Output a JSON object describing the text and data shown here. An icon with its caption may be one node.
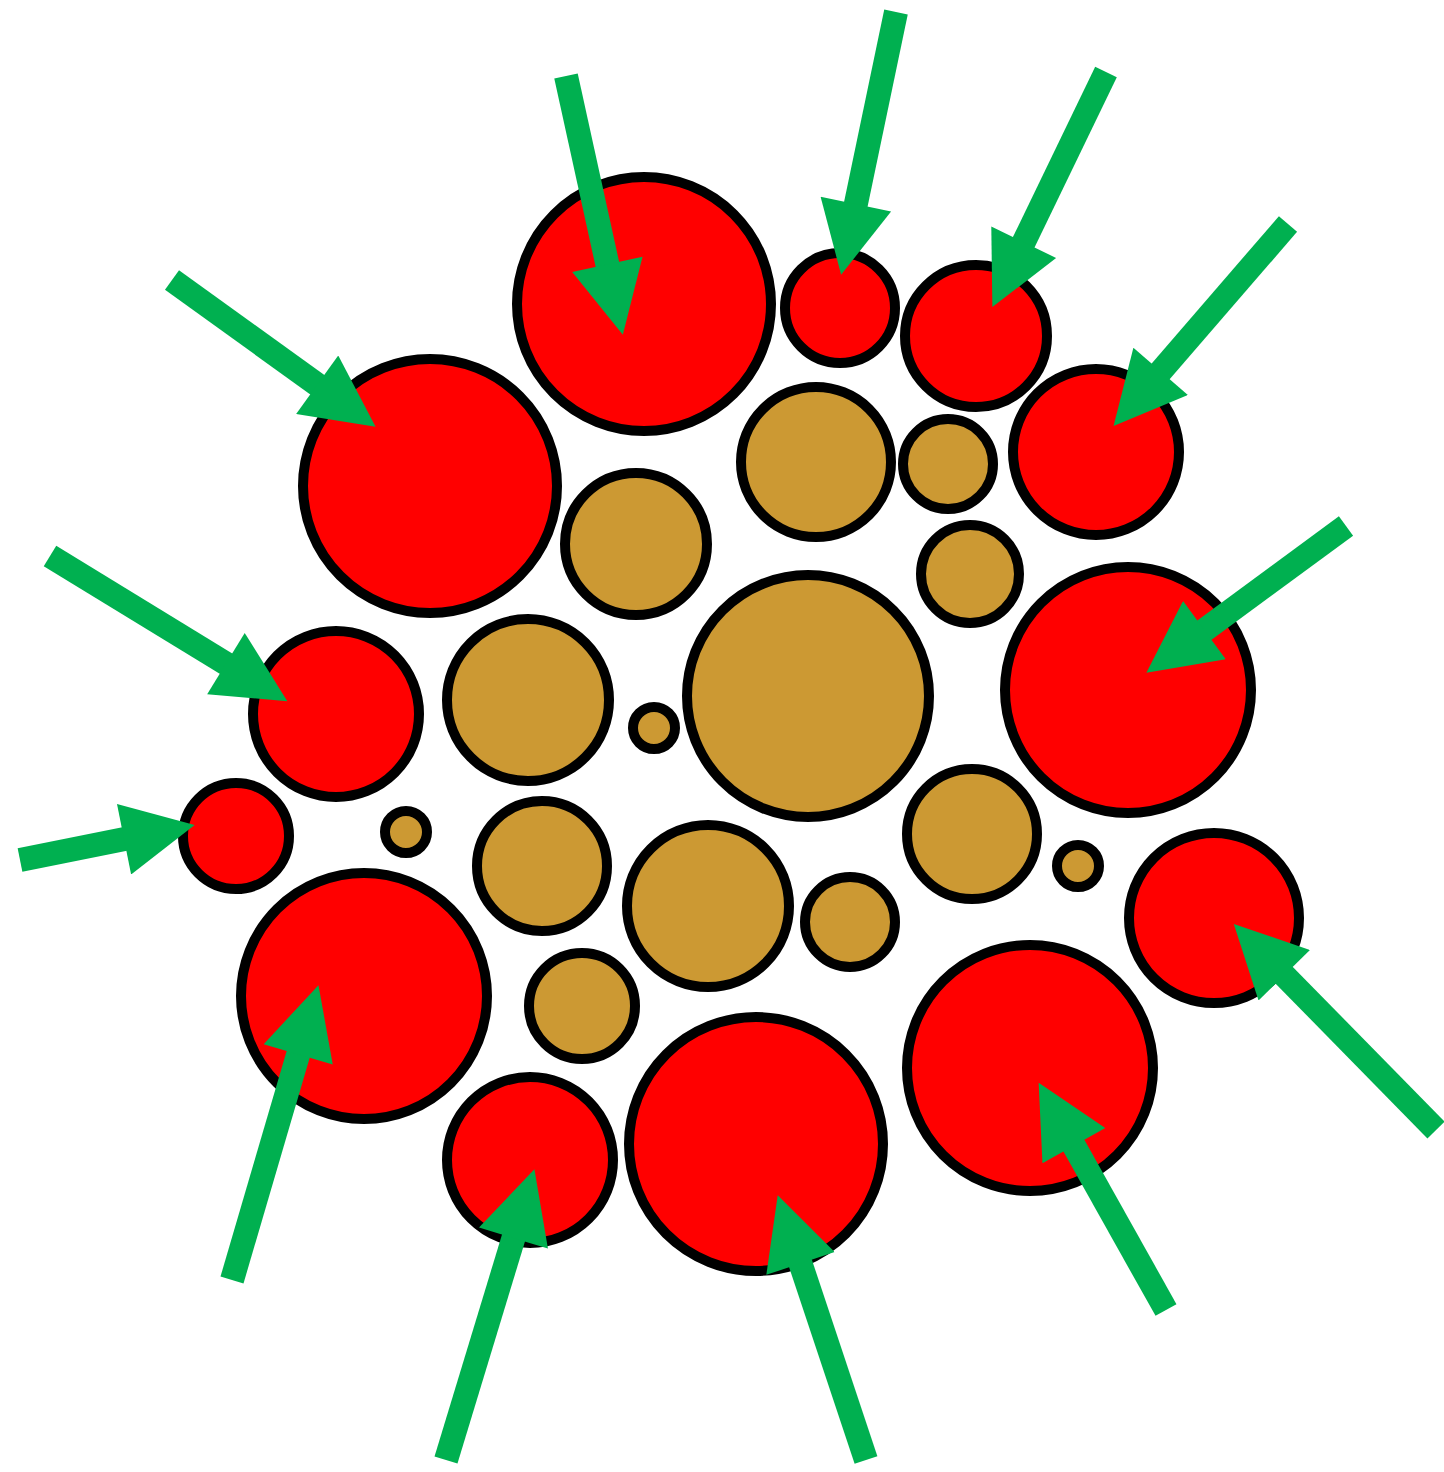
{
  "diagram": {
    "nodes": [
      {
        "text": [],
        "shape": "circle"
      },
      {
        "text": [],
        "shape": "circle"
      },
      {
        "text": [],
        "shape": "circle"
      },
      {
        "text": [],
        "shape": "circle"
      },
      {
        "text": [],
        "shape": "circle"
      },
      {
        "text": [],
        "shape": "circle"
      },
      {
        "text": [],
        "shape": "circle"
      },
      {
        "text": [],
        "shape": "circle"
      },
      {
        "text": [],
        "shape": "circle"
      },
      {
        "text": [],
        "shape": "circle"
      },
      {
        "text": [],
        "shape": "circle"
      },
      {
        "text": [],
        "shape": "circle"
      },
      {
        "text": [],
        "shape": "circle"
      },
      {
        "text": [],
        "shape": "circle"
      },
      {
        "text": [],
        "shape": "circle"
      },
      {
        "text": [],
        "shape": "circle"
      },
      {
        "text": [],
        "shape": "circle"
      },
      {
        "text": [],
        "shape": "circle"
      },
      {
        "text": [],
        "shape": "circle"
      },
      {
        "text": [],
        "shape": "circle"
      },
      {
        "text": [],
        "shape": "circle"
      },
      {
        "text": [],
        "shape": "circle"
      },
      {
        "text": [],
        "shape": "circle"
      },
      {
        "text": [],
        "shape": "circle"
      },
      {
        "text": [],
        "shape": "circle"
      },
      {
        "text": [],
        "shape": "circle"
      },
      {
        "text": [],
        "shape": "circle"
      }
    ],
    "edges": [
      {
        "from": null,
        "to": 0,
        "arrow": "to"
      },
      {
        "from": null,
        "to": 1,
        "arrow": "to"
      },
      {
        "from": null,
        "to": 2,
        "arrow": "to"
      },
      {
        "from": null,
        "to": 3,
        "arrow": "to"
      },
      {
        "from": null,
        "to": 6,
        "arrow": "to"
      },
      {
        "from": null,
        "to": 9,
        "arrow": "to"
      },
      {
        "from": null,
        "to": 12,
        "arrow": "to"
      },
      {
        "from": null,
        "to": 16,
        "arrow": "to"
      },
      {
        "from": null,
        "to": 20,
        "arrow": "to"
      },
      {
        "from": null,
        "to": 22,
        "arrow": "to"
      },
      {
        "from": null,
        "to": 24,
        "arrow": "to"
      },
      {
        "from": null,
        "to": 26,
        "arrow": "to"
      },
      {
        "from": null,
        "to": 25,
        "arrow": "to"
      }
    ]
  }
}
